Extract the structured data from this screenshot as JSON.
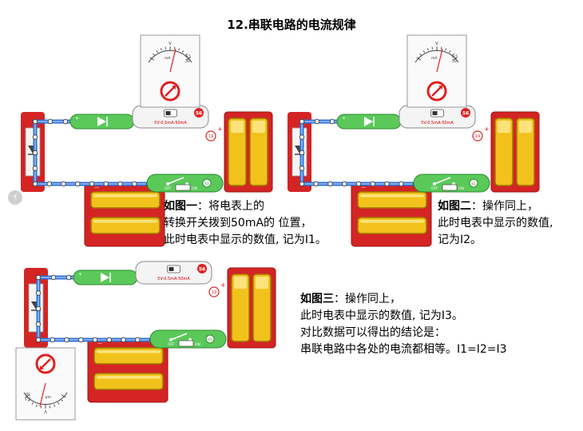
{
  "title": "12.串联电路的电流规律",
  "nav": {
    "prev_label": "‹"
  },
  "icons": {
    "meter_symbol": "ammeter-icon",
    "battery": "battery-icon",
    "led": "led-icon",
    "switch": "switch-icon",
    "nav_prev": "chevron-left-icon"
  },
  "colors": {
    "board_red": "#d42424",
    "wire_blue": "#2f6fd8",
    "module_green": "#5ac95a",
    "battery_yellow": "#f2c21c",
    "meter_red": "#e02020"
  },
  "figures": [
    {
      "lead": "如图一",
      "lines": [
        "：将电表上的",
        "转换开关拨到50mA的 位置，",
        "此时电表中显示的数值, 记为I1。"
      ]
    },
    {
      "lead": "如图二",
      "lines": [
        "：操作同上，",
        "此时电表中显示的数值,",
        " 记为I2。"
      ]
    },
    {
      "lead": "如图三",
      "lines": [
        "：操作同上，",
        "此时电表中显示的数值, 记为I3。",
        "对比数据可以得出的结论是：",
        "串联电路中各处的电流都相等。I1=I2=I3"
      ]
    }
  ],
  "circuit_labels": {
    "meter_badge": "56",
    "meter_range": "5V-0.5mA-50mA",
    "meter_scale_labels": [
      "mA",
      "0.5",
      "50"
    ],
    "meter_v_label": "V",
    "battery_badge": "19",
    "switch_badge": "S1",
    "switch_off": "OFF",
    "switch_on": "ON",
    "led_sign": "+",
    "plus_sign": "+",
    "minus_sign": "—"
  }
}
